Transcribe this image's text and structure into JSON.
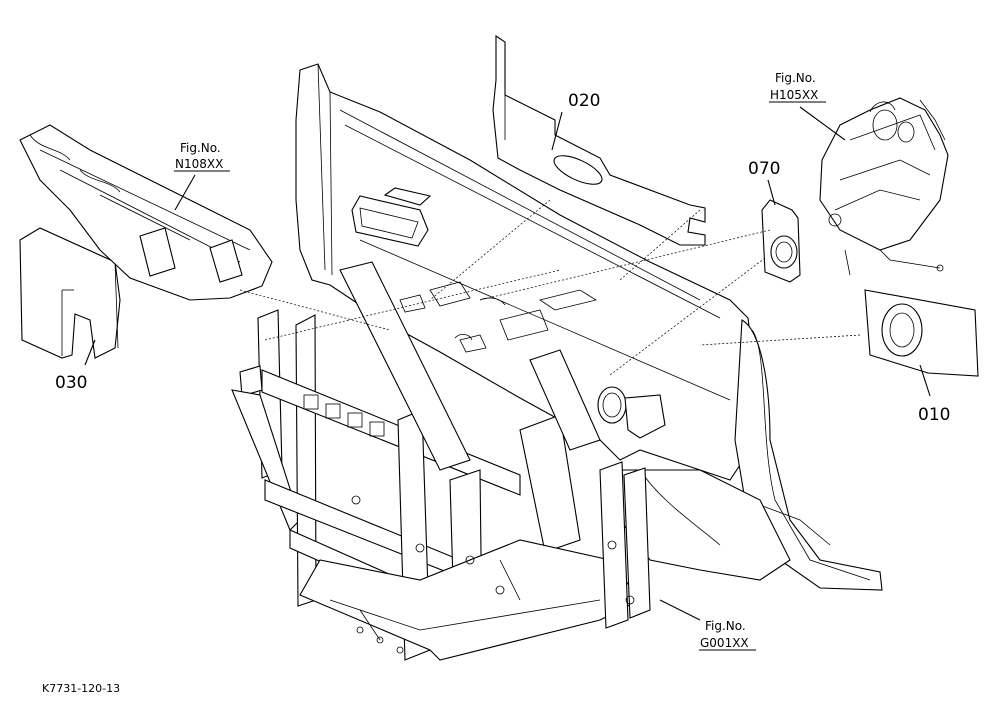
{
  "parts": [
    {
      "id": "p010",
      "number": "010"
    },
    {
      "id": "p020",
      "number": "020"
    },
    {
      "id": "p030",
      "number": "030"
    },
    {
      "id": "p070",
      "number": "070"
    }
  ],
  "figure_refs": [
    {
      "id": "n108",
      "label": "Fig.No.",
      "code": "N108XX"
    },
    {
      "id": "h105",
      "label": "Fig.No.",
      "code": "H105XX"
    },
    {
      "id": "g001",
      "label": "Fig.No.",
      "code": "G001XX"
    }
  ],
  "drawing_code": "K7731-120-13"
}
